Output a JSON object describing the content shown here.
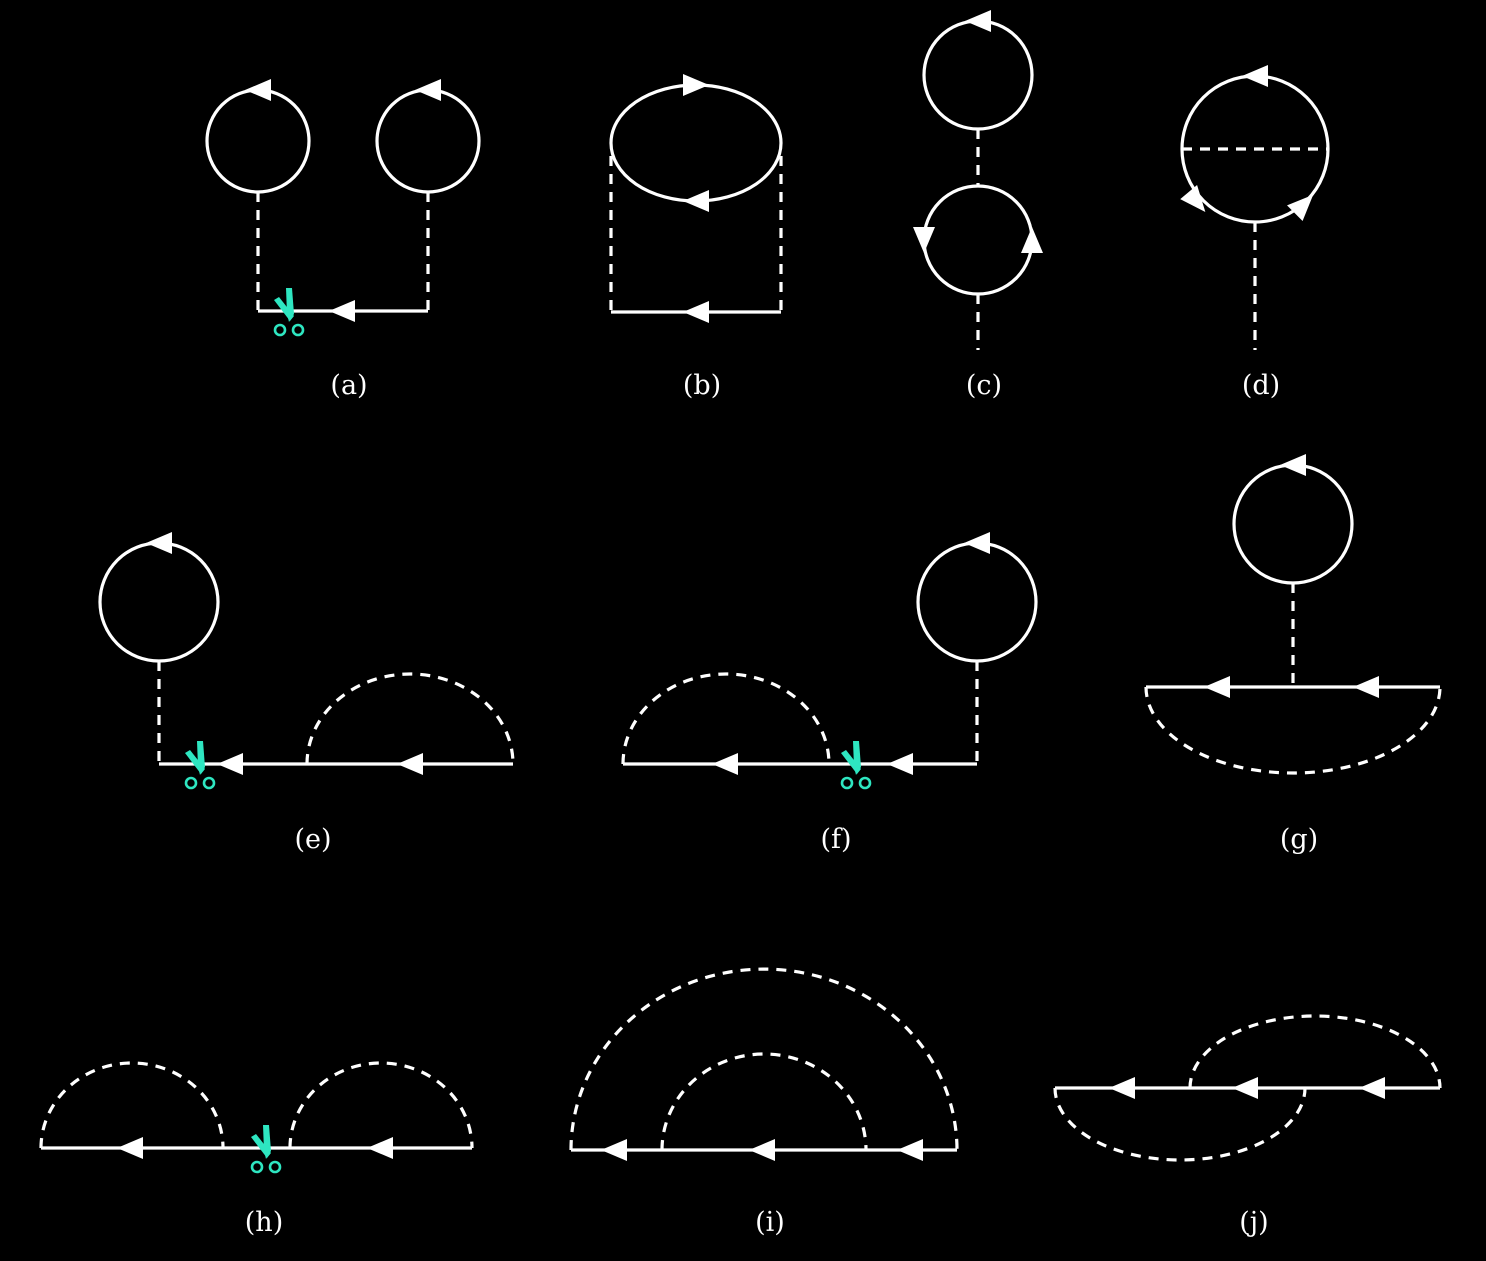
{
  "labels": {
    "a": "(a)",
    "b": "(b)",
    "c": "(c)",
    "d": "(d)",
    "e": "(e)",
    "f": "(f)",
    "g": "(g)",
    "h": "(h)",
    "i": "(i)",
    "j": "(j)"
  },
  "colors": {
    "background": "#000000",
    "line": "#ffffff",
    "scissors": "#2ee6c1"
  },
  "icons": {
    "cut_marker": "scissors-icon"
  }
}
